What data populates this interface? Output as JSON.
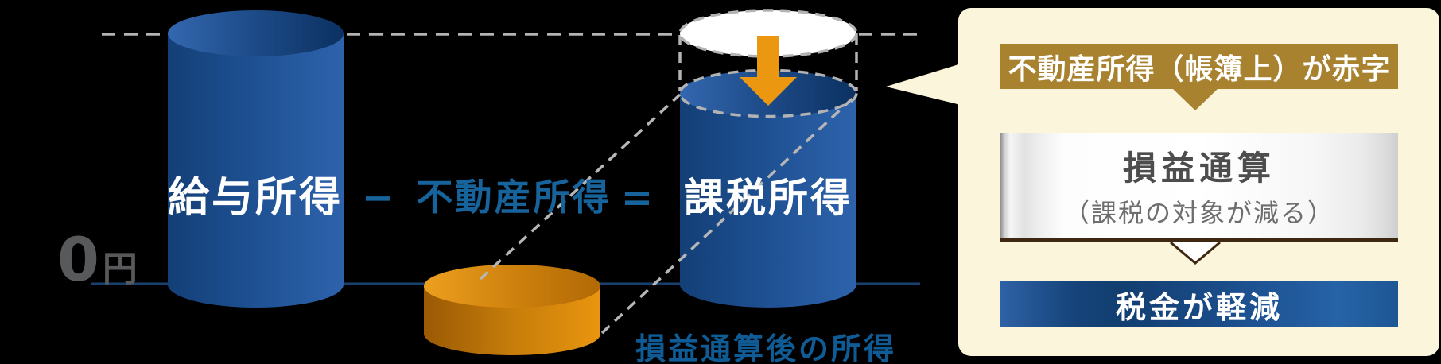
{
  "figure": {
    "zero_value": "0",
    "zero_unit": "円",
    "salary_label": "給与所得",
    "minus_sign": "−",
    "real_estate_label": "不動産所得",
    "equals_sign": "=",
    "taxable_label": "課税所得",
    "after_offset_label": "損益通算後の所得"
  },
  "callout": {
    "step1_label": "不動産所得（帳簿上）が赤字",
    "step2_title": "損益通算",
    "step2_subtitle": "（課税の対象が減る）",
    "step3_label": "税金が軽減"
  },
  "colors": {
    "panel_background": "#FBF6DB",
    "gold_banner": "#A9822F",
    "blue_banner_dark": "#123E70",
    "blue_banner_light": "#2563A7",
    "cylinder_blue": "#1D4F90",
    "cylinder_orange": "#C67D0A",
    "arrow_orange": "#EC9710",
    "equation_text_blue": "#17639C",
    "zero_line_navy": "#17406F",
    "dashed_gray": "#B3B3B3",
    "zero_label_gray": "#58595B"
  }
}
